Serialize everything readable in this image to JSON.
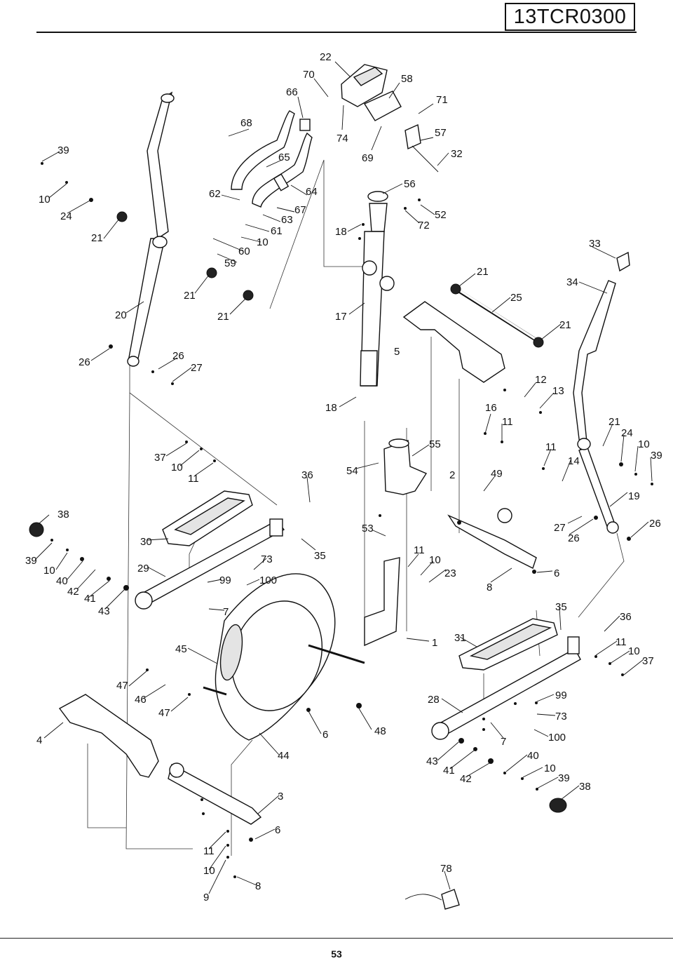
{
  "header": {
    "model_number": "13TCR0300"
  },
  "footer": {
    "page_number": "53"
  },
  "callouts": [
    {
      "id": "c22",
      "text": "22"
    },
    {
      "id": "c70",
      "text": "70"
    },
    {
      "id": "c66",
      "text": "66"
    },
    {
      "id": "c58",
      "text": "58"
    },
    {
      "id": "c71",
      "text": "71"
    },
    {
      "id": "c68",
      "text": "68"
    },
    {
      "id": "c57",
      "text": "57"
    },
    {
      "id": "c74",
      "text": "74"
    },
    {
      "id": "c39a",
      "text": "39"
    },
    {
      "id": "c65",
      "text": "65"
    },
    {
      "id": "c69",
      "text": "69"
    },
    {
      "id": "c32",
      "text": "32"
    },
    {
      "id": "c56",
      "text": "56"
    },
    {
      "id": "c10a",
      "text": "10"
    },
    {
      "id": "c62",
      "text": "62"
    },
    {
      "id": "c64",
      "text": "64"
    },
    {
      "id": "c24a",
      "text": "24"
    },
    {
      "id": "c67",
      "text": "67"
    },
    {
      "id": "c52",
      "text": "52"
    },
    {
      "id": "c63",
      "text": "63"
    },
    {
      "id": "c72",
      "text": "72"
    },
    {
      "id": "c21a",
      "text": "21"
    },
    {
      "id": "c61",
      "text": "61"
    },
    {
      "id": "c18a",
      "text": "18"
    },
    {
      "id": "c10b",
      "text": "10"
    },
    {
      "id": "c33",
      "text": "33"
    },
    {
      "id": "c60",
      "text": "60"
    },
    {
      "id": "c59",
      "text": "59"
    },
    {
      "id": "c21b",
      "text": "21"
    },
    {
      "id": "c34",
      "text": "34"
    },
    {
      "id": "c21c",
      "text": "21"
    },
    {
      "id": "c25",
      "text": "25"
    },
    {
      "id": "c20",
      "text": "20"
    },
    {
      "id": "c21d",
      "text": "21"
    },
    {
      "id": "c17",
      "text": "17"
    },
    {
      "id": "c21e",
      "text": "21"
    },
    {
      "id": "c5",
      "text": "5"
    },
    {
      "id": "c26a",
      "text": "26"
    },
    {
      "id": "c26b",
      "text": "26"
    },
    {
      "id": "c27a",
      "text": "27"
    },
    {
      "id": "c12",
      "text": "12"
    },
    {
      "id": "c13",
      "text": "13"
    },
    {
      "id": "c18b",
      "text": "18"
    },
    {
      "id": "c16",
      "text": "16"
    },
    {
      "id": "c11a",
      "text": "11"
    },
    {
      "id": "c21f",
      "text": "21"
    },
    {
      "id": "c24b",
      "text": "24"
    },
    {
      "id": "c37a",
      "text": "37"
    },
    {
      "id": "c55",
      "text": "55"
    },
    {
      "id": "c11b",
      "text": "11"
    },
    {
      "id": "c10c",
      "text": "10"
    },
    {
      "id": "c39b",
      "text": "39"
    },
    {
      "id": "c10d",
      "text": "10"
    },
    {
      "id": "c14",
      "text": "14"
    },
    {
      "id": "c11c",
      "text": "11"
    },
    {
      "id": "c36a",
      "text": "36"
    },
    {
      "id": "c54",
      "text": "54"
    },
    {
      "id": "c2",
      "text": "2"
    },
    {
      "id": "c49",
      "text": "49"
    },
    {
      "id": "c19",
      "text": "19"
    },
    {
      "id": "c38a",
      "text": "38"
    },
    {
      "id": "c26c",
      "text": "26"
    },
    {
      "id": "c27b",
      "text": "27"
    },
    {
      "id": "c53",
      "text": "53"
    },
    {
      "id": "c26d",
      "text": "26"
    },
    {
      "id": "c30",
      "text": "30"
    },
    {
      "id": "c11d",
      "text": "11"
    },
    {
      "id": "c39c",
      "text": "39"
    },
    {
      "id": "c35a",
      "text": "35"
    },
    {
      "id": "c73a",
      "text": "73"
    },
    {
      "id": "c10e",
      "text": "10"
    },
    {
      "id": "c10f",
      "text": "10"
    },
    {
      "id": "c29",
      "text": "29"
    },
    {
      "id": "c23",
      "text": "23"
    },
    {
      "id": "c6a",
      "text": "6"
    },
    {
      "id": "c40a",
      "text": "40"
    },
    {
      "id": "c99a",
      "text": "99"
    },
    {
      "id": "c100a",
      "text": "100"
    },
    {
      "id": "c8a",
      "text": "8"
    },
    {
      "id": "c42a",
      "text": "42"
    },
    {
      "id": "c41a",
      "text": "41"
    },
    {
      "id": "c35b",
      "text": "35"
    },
    {
      "id": "c43a",
      "text": "43"
    },
    {
      "id": "c7a",
      "text": "7"
    },
    {
      "id": "c36b",
      "text": "36"
    },
    {
      "id": "c1",
      "text": "1"
    },
    {
      "id": "c31",
      "text": "31"
    },
    {
      "id": "c11e",
      "text": "11"
    },
    {
      "id": "c45",
      "text": "45"
    },
    {
      "id": "c10g",
      "text": "10"
    },
    {
      "id": "c37b",
      "text": "37"
    },
    {
      "id": "c47a",
      "text": "47"
    },
    {
      "id": "c46",
      "text": "46"
    },
    {
      "id": "c99b",
      "text": "99"
    },
    {
      "id": "c28",
      "text": "28"
    },
    {
      "id": "c47b",
      "text": "47"
    },
    {
      "id": "c73b",
      "text": "73"
    },
    {
      "id": "c4",
      "text": "4"
    },
    {
      "id": "c48",
      "text": "48"
    },
    {
      "id": "c6b",
      "text": "6"
    },
    {
      "id": "c100b",
      "text": "100"
    },
    {
      "id": "c7b",
      "text": "7"
    },
    {
      "id": "c44",
      "text": "44"
    },
    {
      "id": "c40b",
      "text": "40"
    },
    {
      "id": "c43b",
      "text": "43"
    },
    {
      "id": "c10h",
      "text": "10"
    },
    {
      "id": "c41b",
      "text": "41"
    },
    {
      "id": "c39d",
      "text": "39"
    },
    {
      "id": "c42b",
      "text": "42"
    },
    {
      "id": "c38b",
      "text": "38"
    },
    {
      "id": "c3",
      "text": "3"
    },
    {
      "id": "c6c",
      "text": "6"
    },
    {
      "id": "c11f",
      "text": "11"
    },
    {
      "id": "c78",
      "text": "78"
    },
    {
      "id": "c10i",
      "text": "10"
    },
    {
      "id": "c8b",
      "text": "8"
    },
    {
      "id": "c9",
      "text": "9"
    }
  ]
}
